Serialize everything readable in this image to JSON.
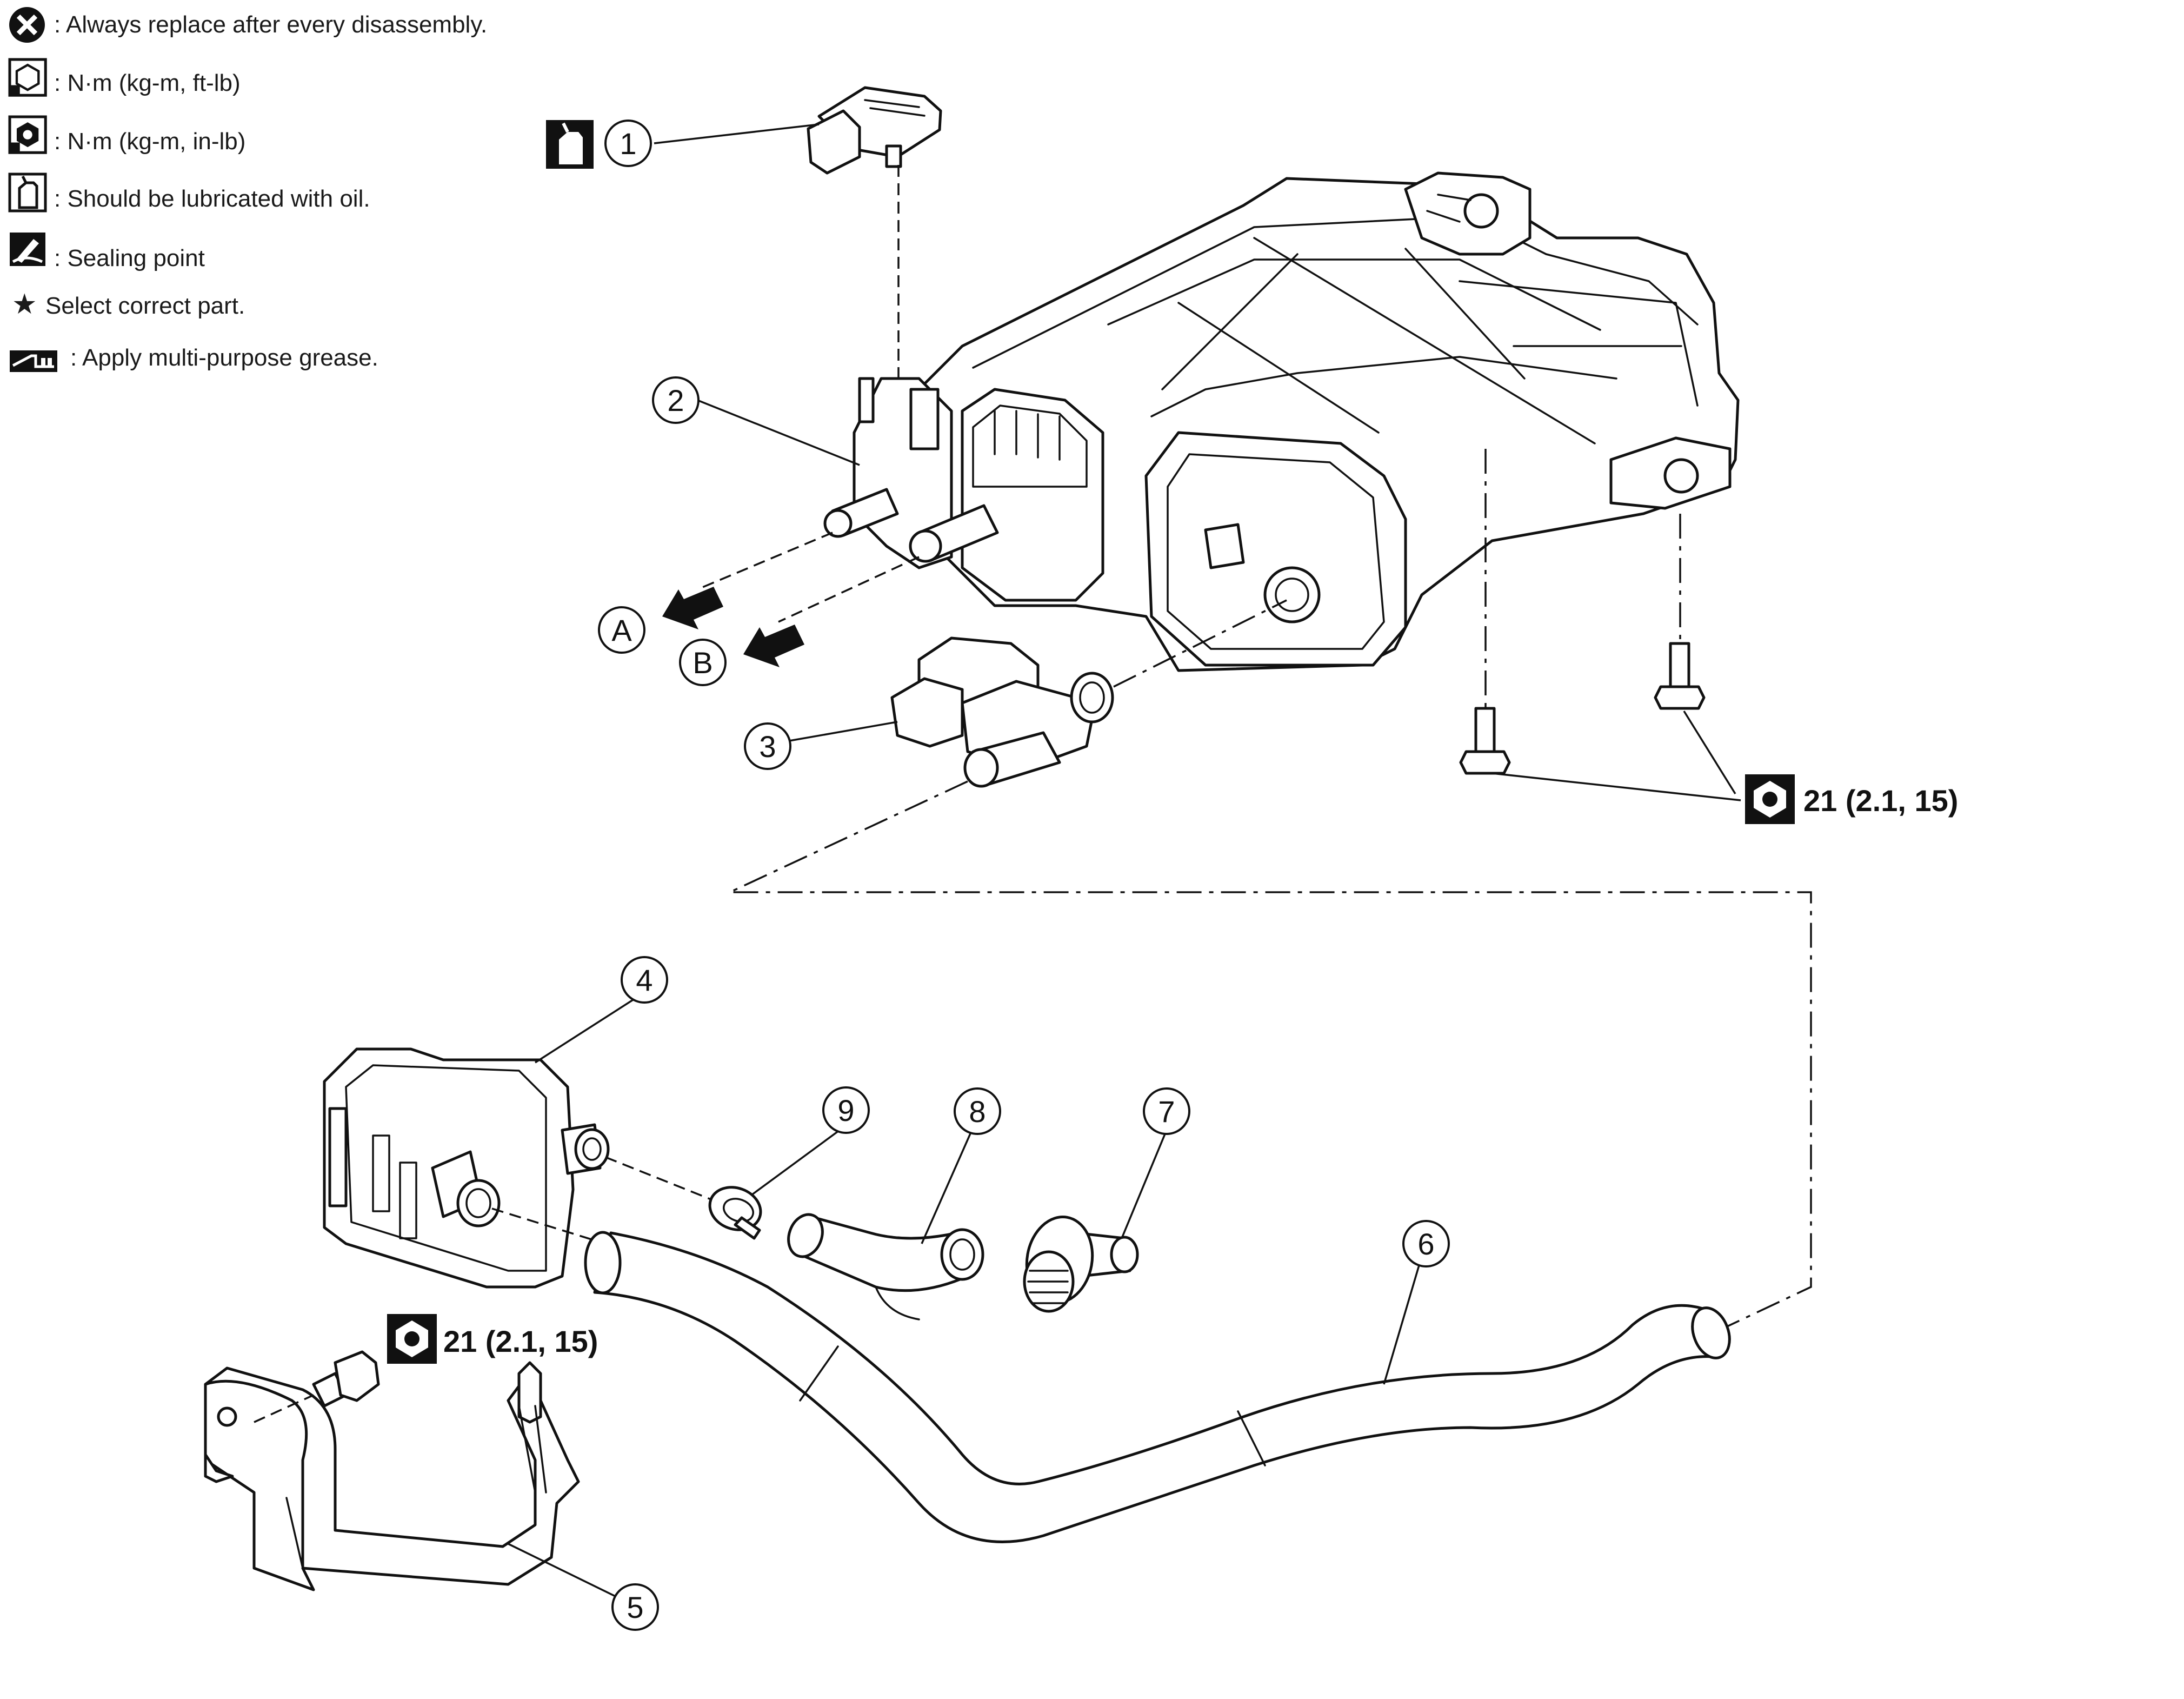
{
  "legend": {
    "items": [
      {
        "icon": "replace-x-icon",
        "text": ": Always replace after every disassembly."
      },
      {
        "icon": "torque-wrench-icon",
        "text": ": N·m (kg-m, ft-lb)"
      },
      {
        "icon": "torque-wrench-inlb-icon",
        "text": ": N·m (kg-m, in-lb)"
      },
      {
        "icon": "oil-can-icon",
        "text": ": Should be lubricated with oil."
      },
      {
        "icon": "sealing-point-icon",
        "text": ": Sealing point"
      },
      {
        "icon": "star-icon",
        "text": "Select correct part."
      },
      {
        "icon": "grease-icon",
        "text": ": Apply multi-purpose grease."
      }
    ]
  },
  "callouts": {
    "c1": "1",
    "c2": "2",
    "c3": "3",
    "c4": "4",
    "c5": "5",
    "c6": "6",
    "c7": "7",
    "c8": "8",
    "c9": "9",
    "cA": "A",
    "cB": "B"
  },
  "torque": {
    "t_canister": "21 (2.1, 15)",
    "t_bracket": "21 (2.1, 15)"
  },
  "star_glyph": "★"
}
